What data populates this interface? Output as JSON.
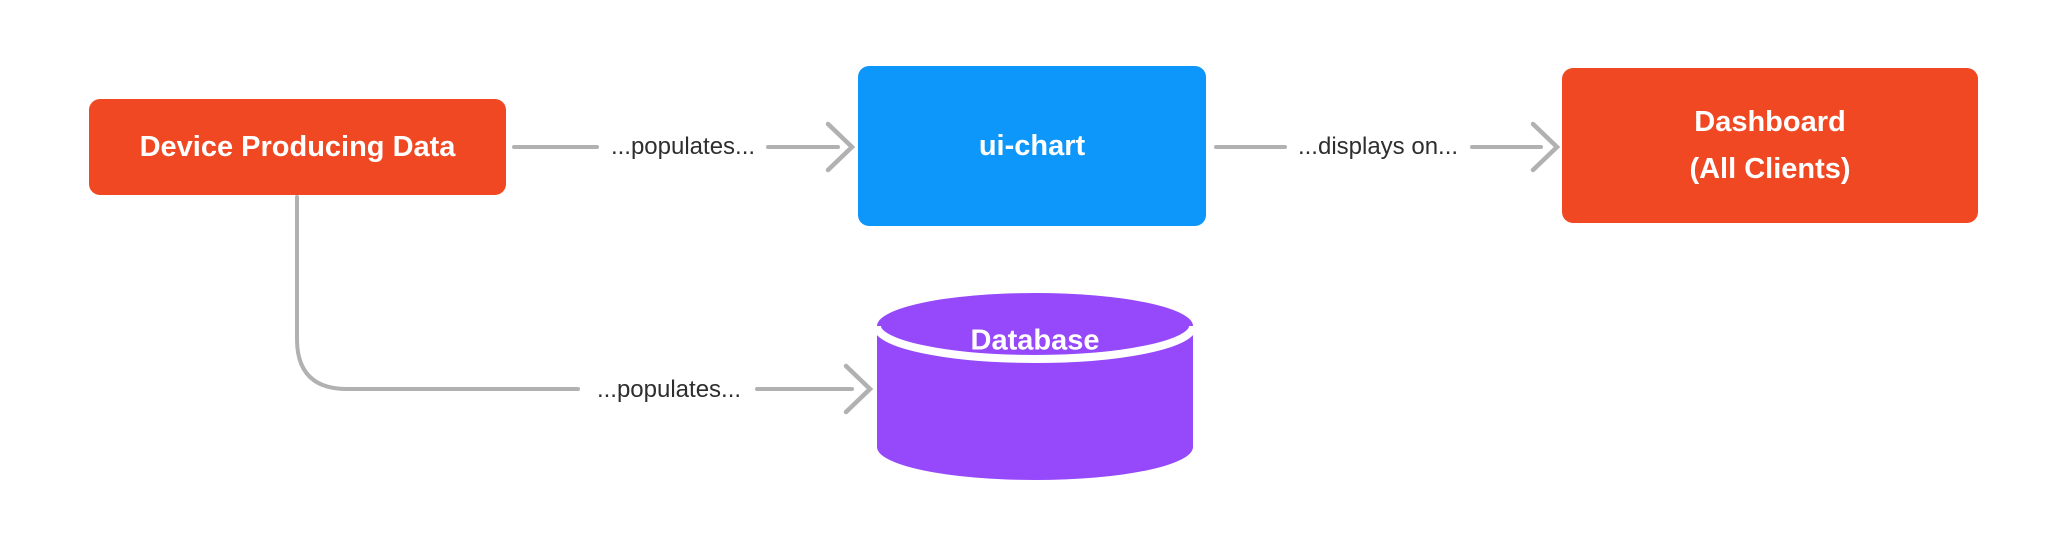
{
  "diagram": {
    "type": "flowchart",
    "background_color": "#ffffff",
    "edge_color": "#B1B1B1",
    "edge_label_color": "#2E2E2E",
    "node_text_color": "#ffffff",
    "nodes": [
      {
        "id": "device",
        "shape": "rounded-rect",
        "label": "Device Producing Data",
        "color": "#F04822"
      },
      {
        "id": "ui-chart",
        "shape": "rounded-rect",
        "label": "ui-chart",
        "color": "#0E97FA"
      },
      {
        "id": "dashboard",
        "shape": "rounded-rect",
        "label": "Dashboard (All Clients)",
        "label_lines": [
          "Dashboard",
          "(All Clients)"
        ],
        "color": "#F04822"
      },
      {
        "id": "database",
        "shape": "cylinder",
        "label": "Database",
        "color": "#9549FA",
        "separator_color": "#ffffff"
      }
    ],
    "edges": [
      {
        "from": "device",
        "to": "ui-chart",
        "label": "...populates..."
      },
      {
        "from": "ui-chart",
        "to": "dashboard",
        "label": "...displays on..."
      },
      {
        "from": "device",
        "to": "database",
        "label": "...populates..."
      }
    ]
  }
}
